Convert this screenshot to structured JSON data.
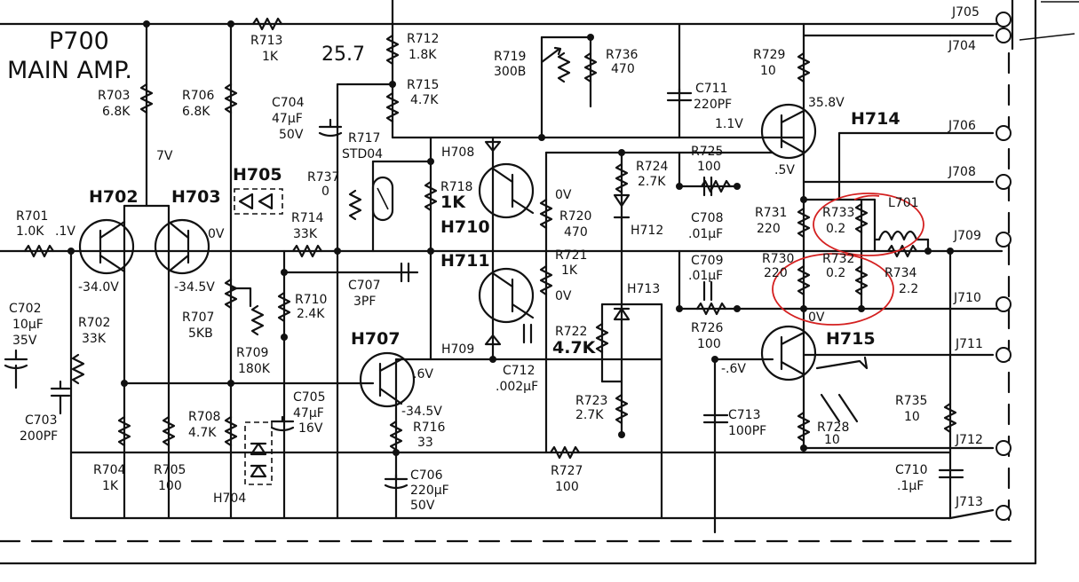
{
  "schematic": {
    "board_title": "P700",
    "board_subtitle": "MAIN AMP.",
    "handwritten_note": "25.7",
    "transistors": [
      {
        "id": "H702"
      },
      {
        "id": "H703"
      },
      {
        "id": "H707"
      },
      {
        "id": "H708"
      },
      {
        "id": "H709"
      },
      {
        "id": "H710"
      },
      {
        "id": "H711"
      },
      {
        "id": "H714"
      },
      {
        "id": "H715"
      }
    ],
    "diode_blocks": [
      {
        "id": "H705"
      },
      {
        "id": "H704"
      },
      {
        "id": "H712"
      },
      {
        "id": "H713"
      }
    ],
    "resistors": [
      {
        "id": "R701",
        "value": "1.0K"
      },
      {
        "id": "R702",
        "value": "33K"
      },
      {
        "id": "R703",
        "value": "6.8K"
      },
      {
        "id": "R704",
        "value": "1K"
      },
      {
        "id": "R705",
        "value": "100"
      },
      {
        "id": "R706",
        "value": "6.8K"
      },
      {
        "id": "R707",
        "value": "5KB"
      },
      {
        "id": "R708",
        "value": "4.7K"
      },
      {
        "id": "R709",
        "value": "180K"
      },
      {
        "id": "R710",
        "value": "2.4K"
      },
      {
        "id": "R712",
        "value": "1.8K"
      },
      {
        "id": "R713",
        "value": "1K"
      },
      {
        "id": "R714",
        "value": "33K"
      },
      {
        "id": "R715",
        "value": "4.7K"
      },
      {
        "id": "R716",
        "value": "33"
      },
      {
        "id": "R717",
        "value": "STD04"
      },
      {
        "id": "R718",
        "value": "1K"
      },
      {
        "id": "R719",
        "value": "300B"
      },
      {
        "id": "R720",
        "value": "470"
      },
      {
        "id": "R721",
        "value": "1K"
      },
      {
        "id": "R722",
        "value": "4.7K"
      },
      {
        "id": "R723",
        "value": "2.7K"
      },
      {
        "id": "R724",
        "value": "2.7K"
      },
      {
        "id": "R725",
        "value": "100"
      },
      {
        "id": "R726",
        "value": "100"
      },
      {
        "id": "R727",
        "value": "100"
      },
      {
        "id": "R728",
        "value": "10"
      },
      {
        "id": "R729",
        "value": "10"
      },
      {
        "id": "R730",
        "value": "220"
      },
      {
        "id": "R731",
        "value": "220"
      },
      {
        "id": "R732",
        "value": "0.2"
      },
      {
        "id": "R733",
        "value": "0.2"
      },
      {
        "id": "R734",
        "value": "2.2"
      },
      {
        "id": "R735",
        "value": "10"
      },
      {
        "id": "R736",
        "value": "470"
      },
      {
        "id": "R737",
        "value": "0"
      }
    ],
    "capacitors": [
      {
        "id": "C702",
        "value": "10µF",
        "voltage": "35V"
      },
      {
        "id": "C703",
        "value": "200PF"
      },
      {
        "id": "C704",
        "value": "47µF",
        "voltage": "50V"
      },
      {
        "id": "C705",
        "value": "47µF",
        "voltage": "16V"
      },
      {
        "id": "C706",
        "value": "220µF",
        "voltage": "50V"
      },
      {
        "id": "C707",
        "value": "3PF"
      },
      {
        "id": "C708",
        "value": ".01µF"
      },
      {
        "id": "C709",
        "value": ".01µF"
      },
      {
        "id": "C710",
        "value": ".1µF"
      },
      {
        "id": "C711",
        "value": "220PF"
      },
      {
        "id": "C712",
        "value": ".002µF"
      },
      {
        "id": "C713",
        "value": "100PF"
      }
    ],
    "inductors": [
      {
        "id": "L701"
      }
    ],
    "voltages": {
      "r701": ".1V",
      "h702_emitter": "-34.0V",
      "h703_collector": "7V",
      "h703_base": "0V",
      "h703_emitter": "-34.5V",
      "h707_base": ".6V",
      "h707_emitter": "-34.5V",
      "h710_emitter": "0V",
      "h711_emitter": "0V",
      "h714_collector": "35.8V",
      "h714_base": "1.1V",
      "h714_emitter": ".5V",
      "h715_collector": "0V",
      "h715_base": "-.6V"
    },
    "jacks": [
      "J705",
      "J704",
      "J706",
      "J708",
      "J709",
      "J710",
      "J711",
      "J712",
      "J713"
    ]
  }
}
